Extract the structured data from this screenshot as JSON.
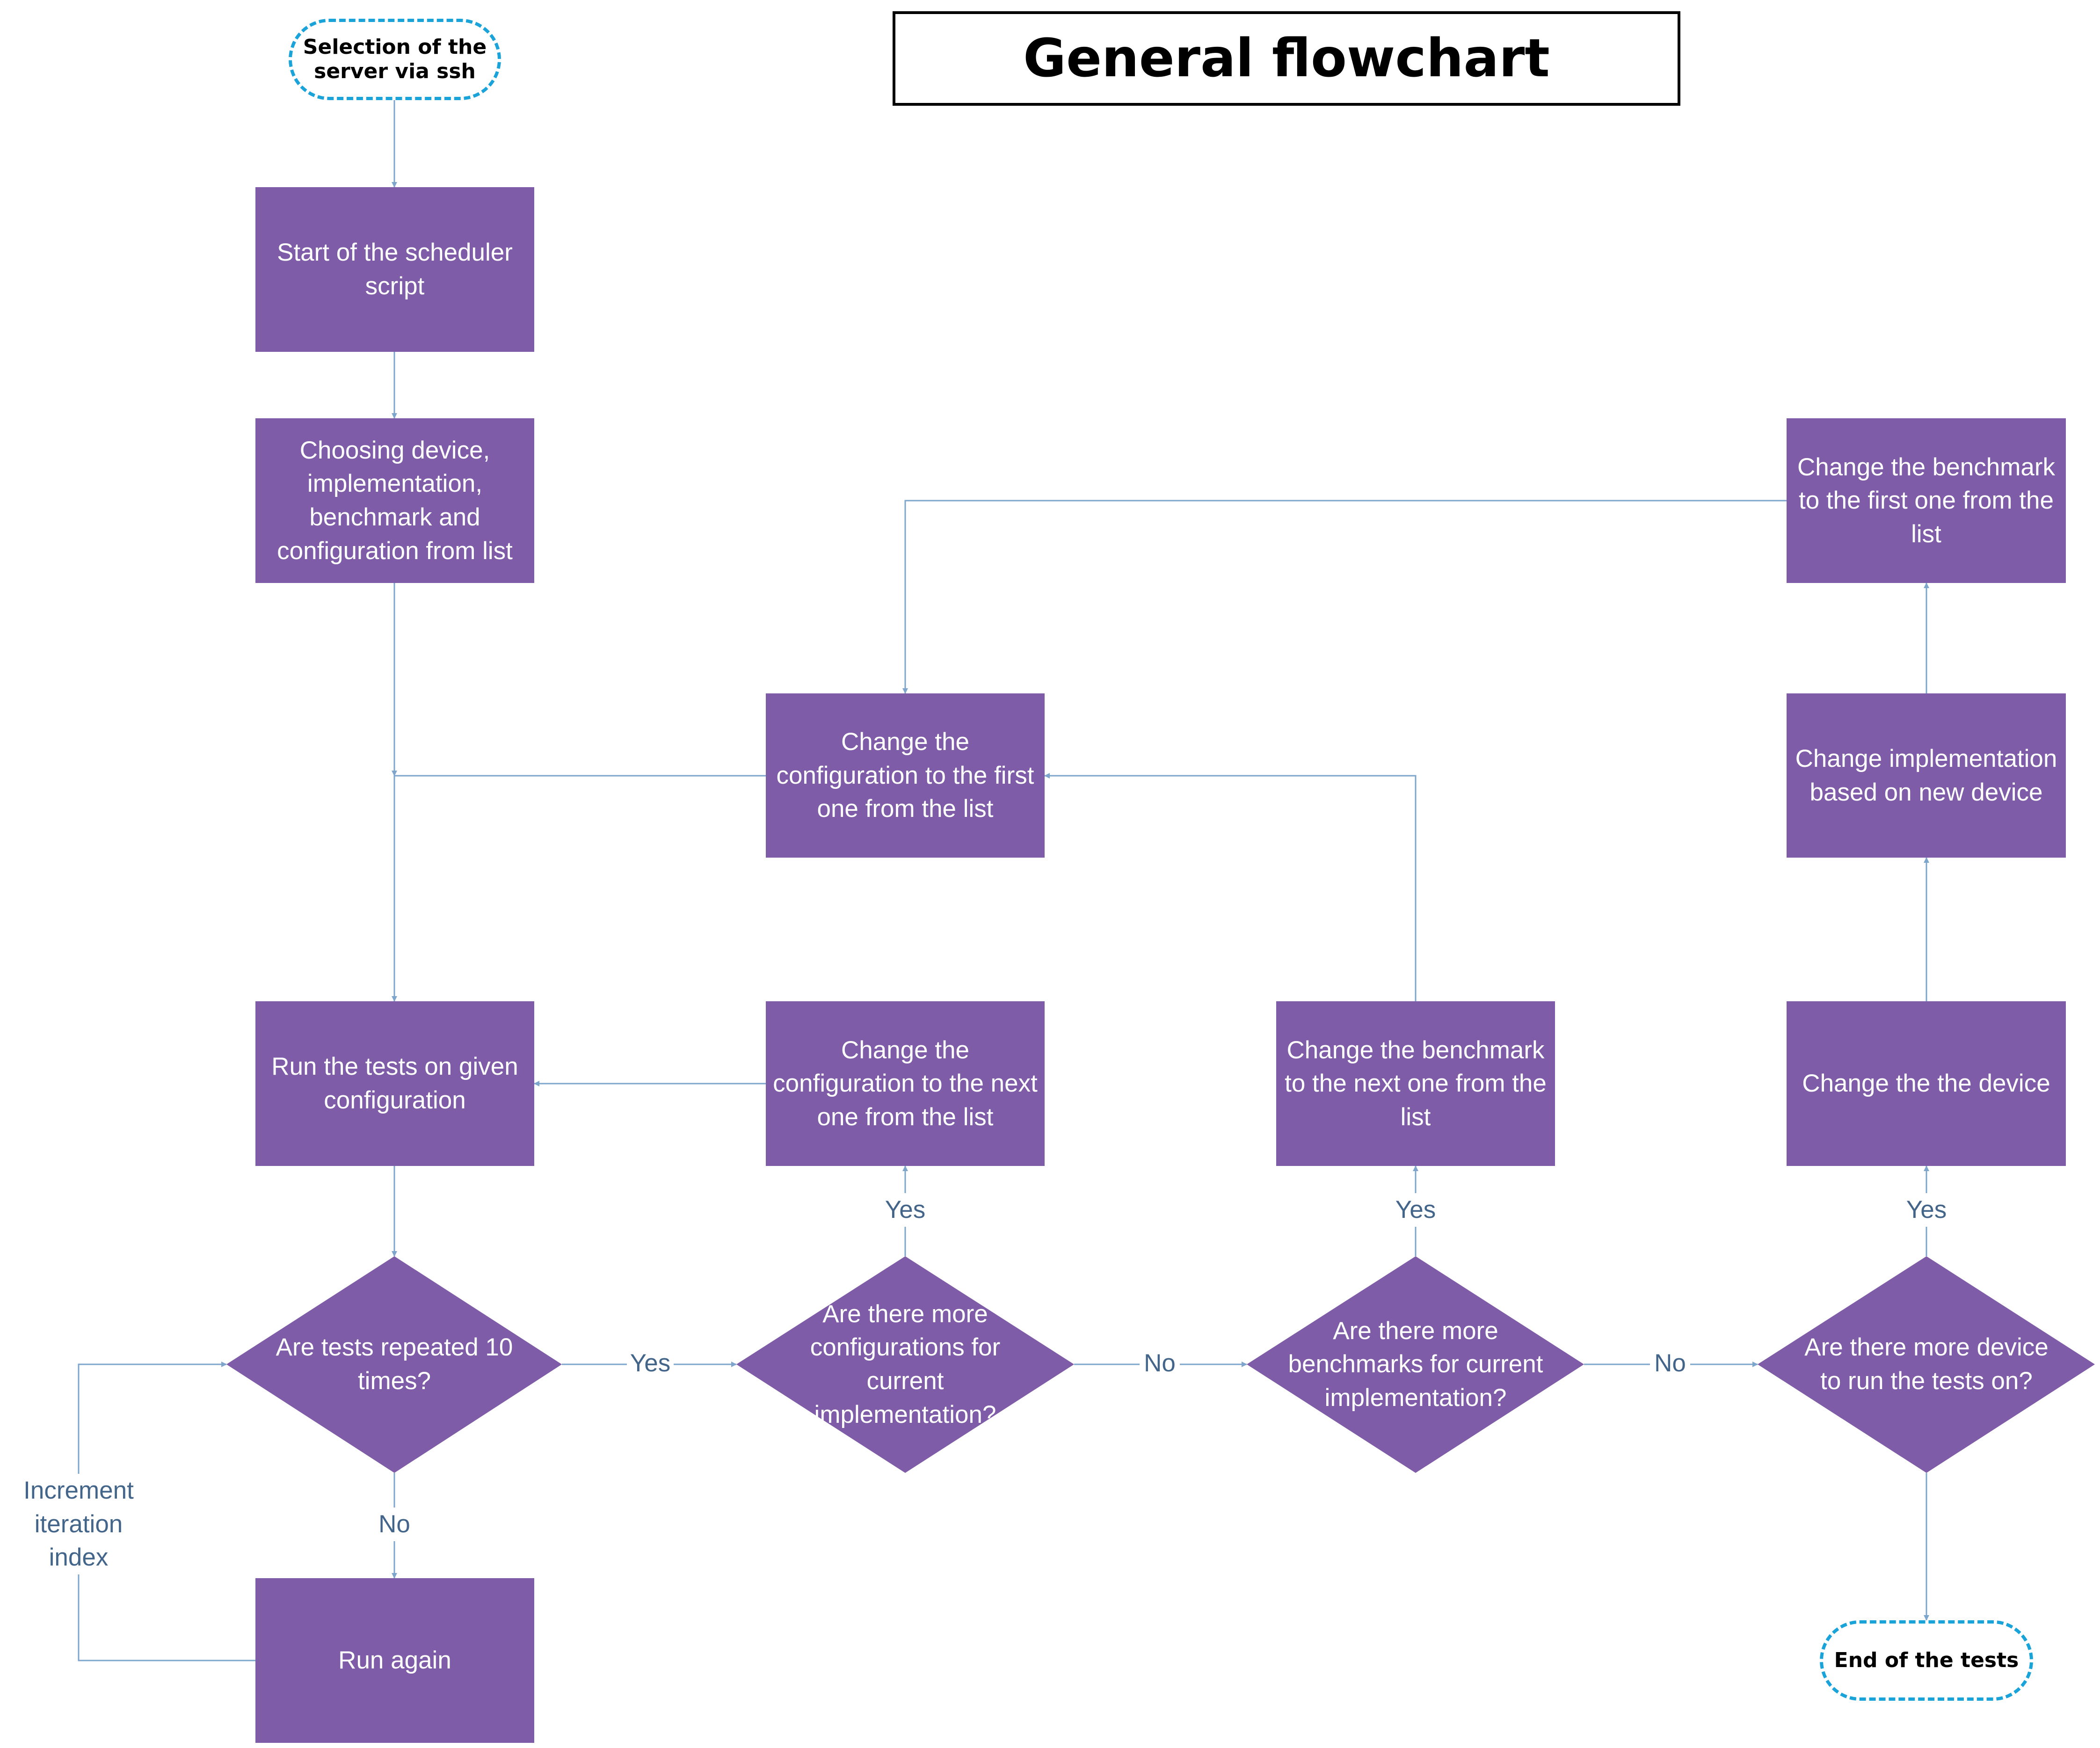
{
  "title": "General flowchart",
  "nodes": {
    "start": "Selection of the server via ssh",
    "scheduler": "Start of the scheduler script",
    "choosing": "Choosing device, implementation, benchmark and configuration from list",
    "run_tests": "Run the tests on given configuration",
    "repeated": "Are tests repeated 10 times?",
    "run_again": "Run again",
    "more_configs": "Are there more configurations for current implementation?",
    "config_next": "Change the configuration to the next one from the list",
    "config_first": "Change the configuration to the first one from the list",
    "more_benchmarks": "Are there more benchmarks for current implementation?",
    "benchmark_next": "Change the benchmark to the next one from the list",
    "more_devices": "Are there more device to run the tests on?",
    "change_device": "Change the the device",
    "change_impl": "Change implementation based on new device",
    "benchmark_first": "Change the benchmark to the first one from the list",
    "end": "End of the tests"
  },
  "edge_labels": {
    "repeated_yes": "Yes",
    "repeated_no": "No",
    "increment": "Increment iteration index",
    "configs_yes": "Yes",
    "configs_no": "No",
    "benchmarks_yes": "Yes",
    "benchmarks_no": "No",
    "devices_yes": "Yes"
  },
  "colors": {
    "node_fill": "#7f5ca8",
    "node_text": "#ffffff",
    "connector": "#7ea6cc",
    "label_text": "#44658a",
    "terminal_border": "#1aa3d9"
  }
}
